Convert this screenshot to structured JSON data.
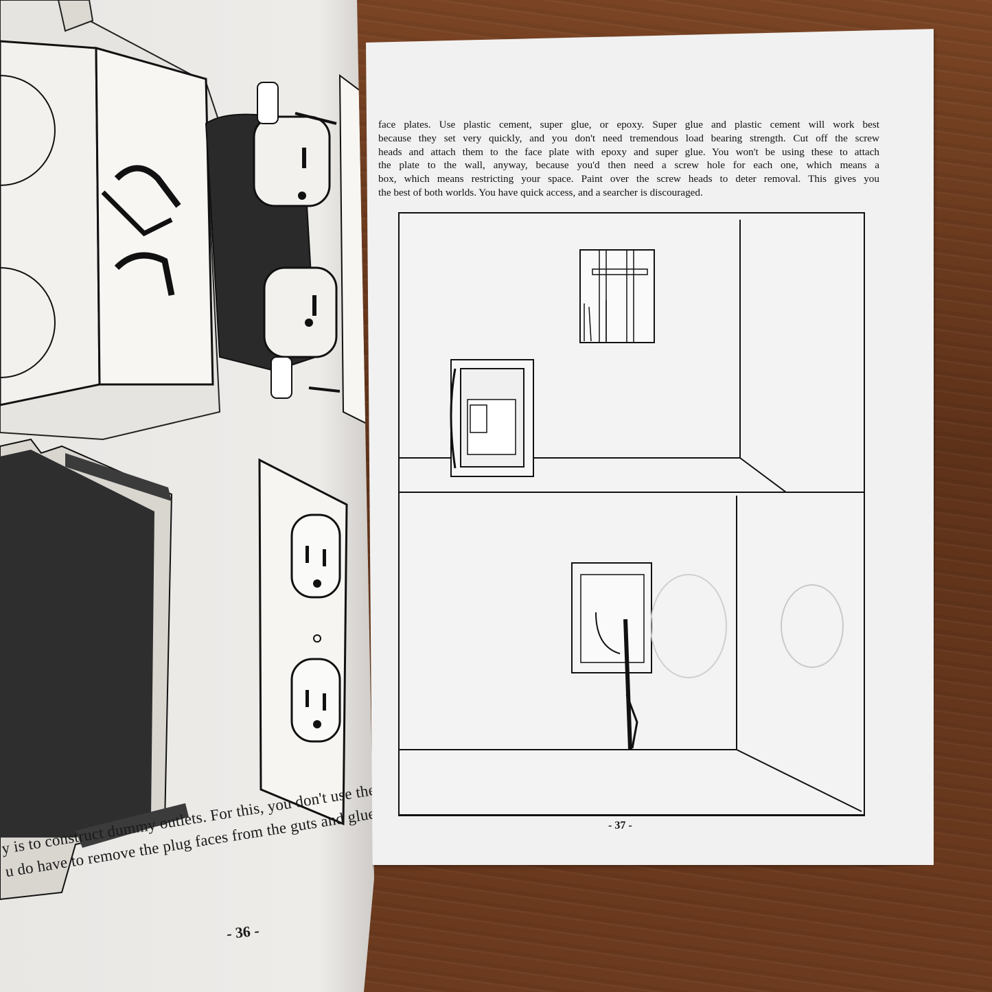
{
  "left_page": {
    "caption_lines": [
      "y is to construct dummy outlets. For this, you don't use the entire outl",
      "u do have to remove the plug faces from the guts and glue them into"
    ],
    "page_number": "- 36 -"
  },
  "right_page": {
    "paragraph_lines": [
      "face plates. Use plastic cement, super glue, or epoxy. Super glue and plastic cement will work best",
      "because they set very quickly, and you don't need tremendous load bearing strength. Cut off the screw",
      "heads and attach them to the face plate with epoxy and super glue. You won't be using these to attach",
      "the plate to the wall, anyway, because you'd then need a screw hole for each one, which means a",
      "box, which means restricting your space. Paint over the screw heads to deter removal. This gives you",
      "the best of both worlds. You have quick access, and a searcher is discouraged."
    ],
    "page_number": "- 37 -"
  },
  "colors": {
    "paper": "#f1f1f1",
    "ink": "#111111",
    "wood": "#6b3a1f"
  }
}
